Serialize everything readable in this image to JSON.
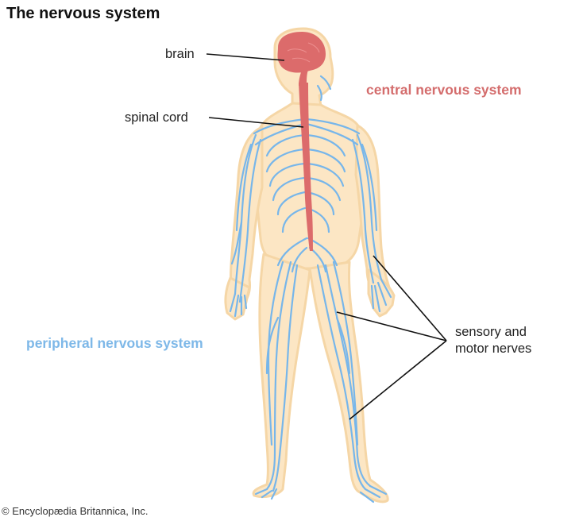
{
  "title": "The nervous system",
  "labels": {
    "brain": "brain",
    "spinal_cord": "spinal cord",
    "sensory_line1": "sensory and",
    "sensory_line2": "motor nerves"
  },
  "regions": {
    "central": "central nervous system",
    "peripheral": "peripheral nervous system"
  },
  "credit": "© Encyclopædia Britannica, Inc.",
  "colors": {
    "skin": "#fce6c4",
    "skin_outline": "#f5d6a6",
    "nerve": "#77b6ea",
    "cns": "#dc6b6b",
    "central_label": "#d46d6d",
    "peripheral_label": "#7eb8e8",
    "leader_line": "#111111"
  }
}
